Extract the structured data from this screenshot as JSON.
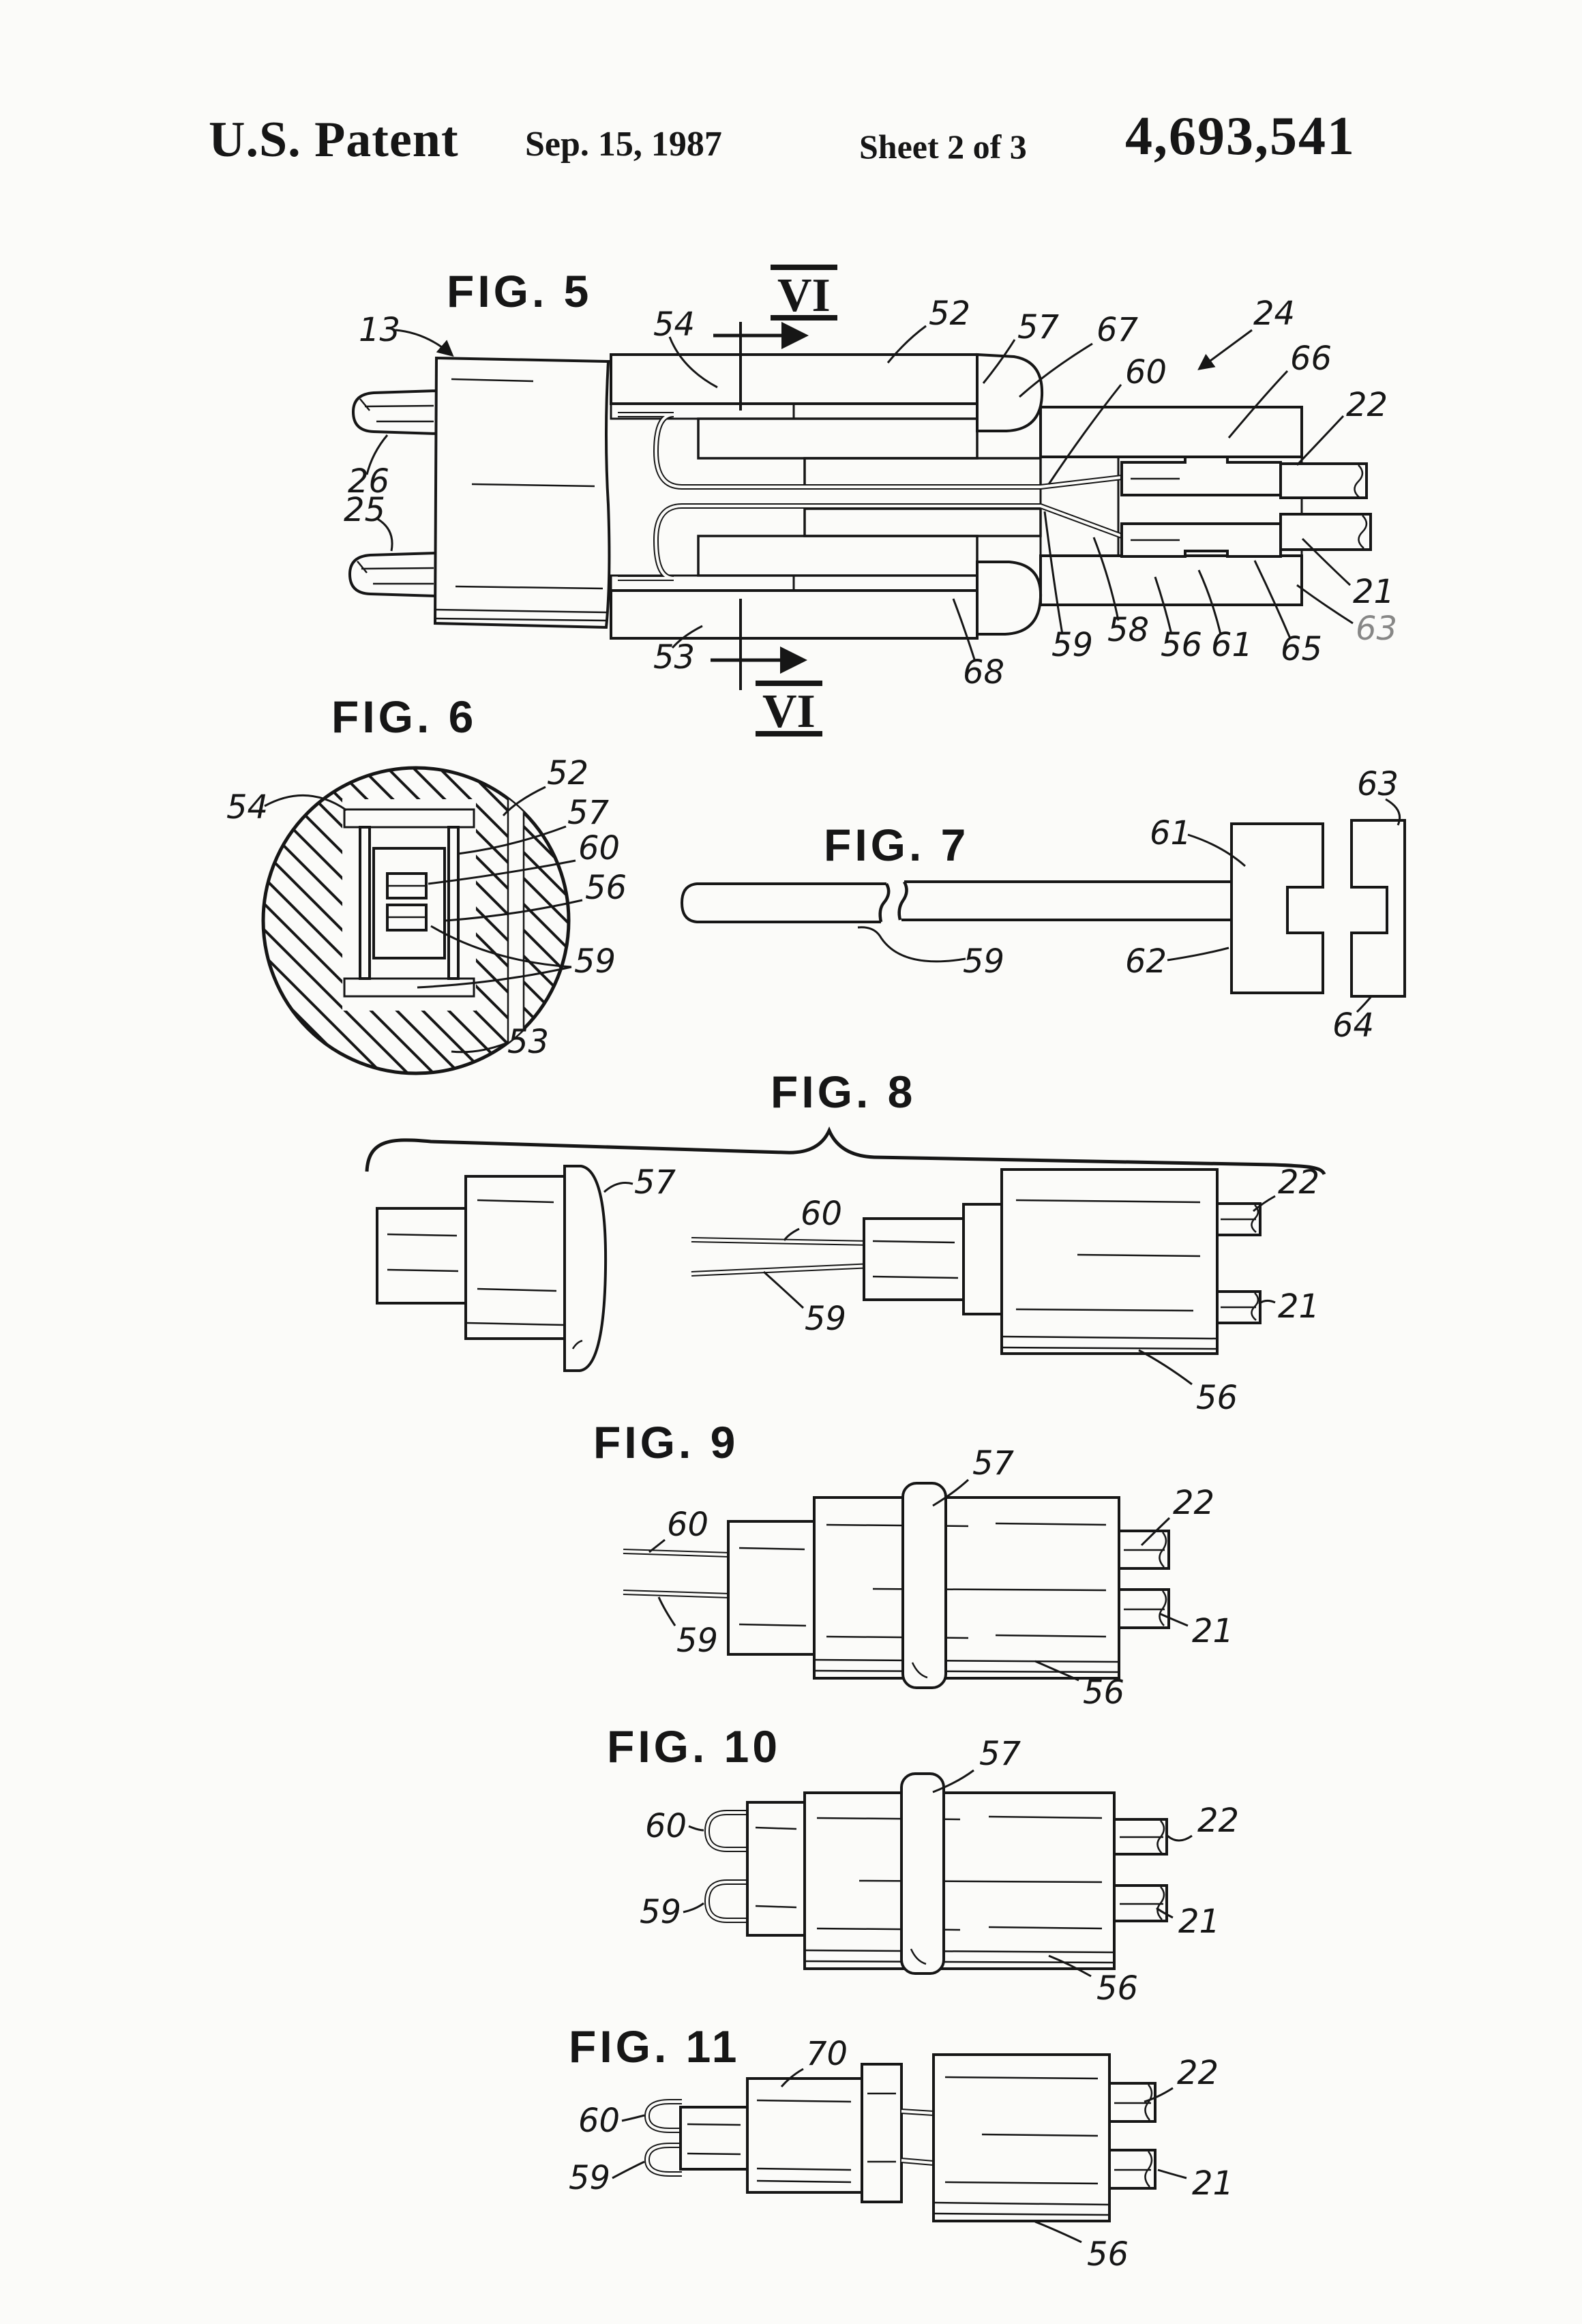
{
  "page": {
    "paper_color": "#fbfbf9",
    "ink_color": "#161616"
  },
  "header": {
    "title": "U.S. Patent",
    "date": "Sep. 15, 1987",
    "sheet": "Sheet 2 of 3",
    "patent_number": "4,693,541"
  },
  "figures": [
    {
      "id": "fig5",
      "label": "FIG. 5",
      "section_marker": "VI",
      "refs": [
        "13",
        "54",
        "52",
        "57",
        "67",
        "24",
        "60",
        "66",
        "22",
        "26",
        "25",
        "53",
        "68",
        "59",
        "58",
        "56",
        "61",
        "65",
        "63",
        "21"
      ]
    },
    {
      "id": "fig6",
      "label": "FIG. 6",
      "refs": [
        "54",
        "52",
        "57",
        "60",
        "56",
        "59",
        "53"
      ]
    },
    {
      "id": "fig7",
      "label": "FIG. 7",
      "refs": [
        "63",
        "61",
        "59",
        "62",
        "64"
      ]
    },
    {
      "id": "fig8",
      "label": "FIG. 8",
      "refs": [
        "57",
        "60",
        "59",
        "22",
        "21",
        "56"
      ]
    },
    {
      "id": "fig9",
      "label": "FIG. 9",
      "refs": [
        "57",
        "60",
        "59",
        "22",
        "21",
        "56"
      ]
    },
    {
      "id": "fig10",
      "label": "FIG. 10",
      "refs": [
        "57",
        "60",
        "59",
        "22",
        "21",
        "56"
      ]
    },
    {
      "id": "fig11",
      "label": "FIG. 11",
      "refs": [
        "70",
        "60",
        "59",
        "22",
        "21",
        "56"
      ]
    }
  ]
}
